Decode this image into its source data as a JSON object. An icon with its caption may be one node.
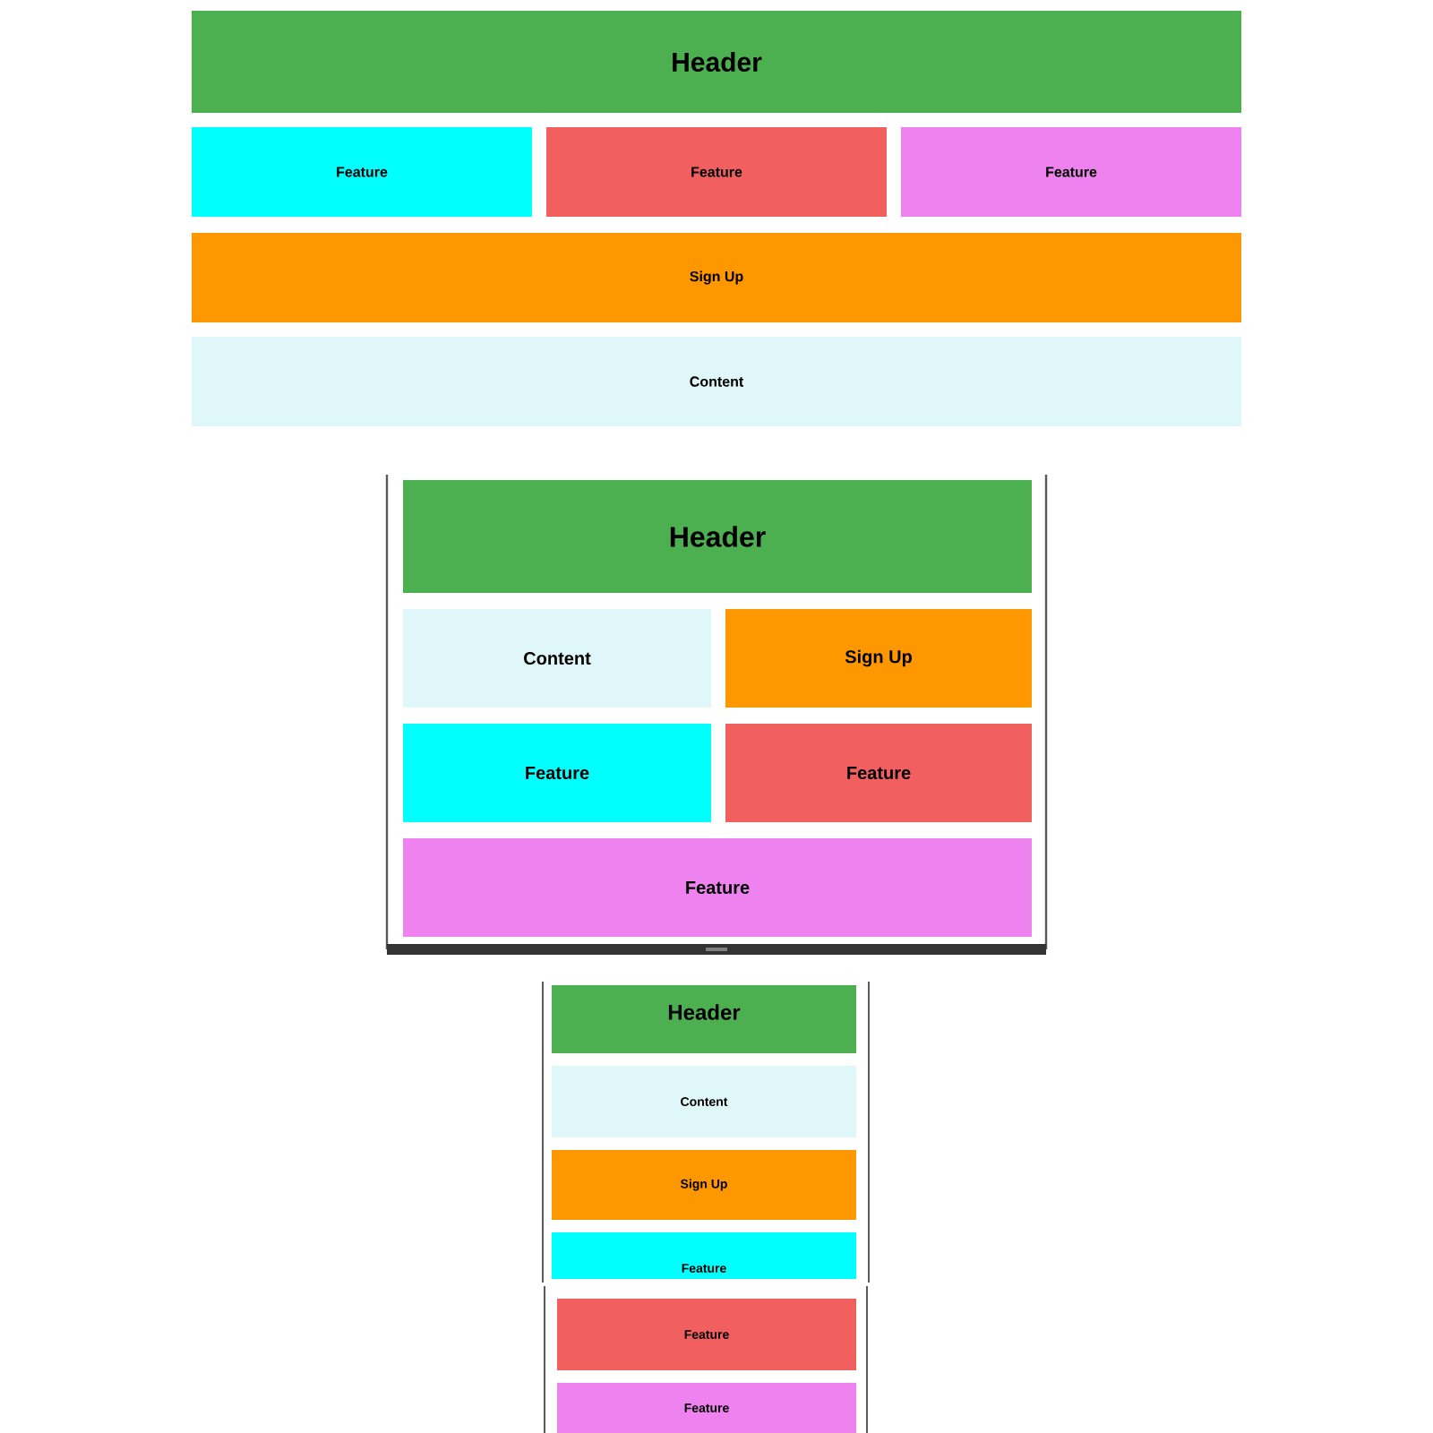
{
  "diagram": {
    "nodes": [
      {
        "text": [
          "Header"
        ]
      },
      {
        "text": [
          "Feature"
        ]
      },
      {
        "text": [
          "Feature"
        ]
      },
      {
        "text": [
          "Feature"
        ]
      },
      {
        "text": [
          "Sign Up"
        ]
      },
      {
        "text": [
          "Content"
        ]
      },
      {
        "text": [
          "Header"
        ]
      },
      {
        "text": [
          "Content"
        ]
      },
      {
        "text": [
          "Sign Up"
        ]
      },
      {
        "text": [
          "Feature"
        ]
      },
      {
        "text": [
          "Feature"
        ]
      },
      {
        "text": [
          "Feature"
        ]
      },
      {
        "text": [
          "Header"
        ]
      },
      {
        "text": [
          "Content"
        ]
      },
      {
        "text": [
          "Sign Up"
        ]
      },
      {
        "text": [
          "Feature"
        ]
      },
      {
        "text": [
          "Feature"
        ]
      },
      {
        "text": [
          "Feature"
        ]
      }
    ]
  }
}
